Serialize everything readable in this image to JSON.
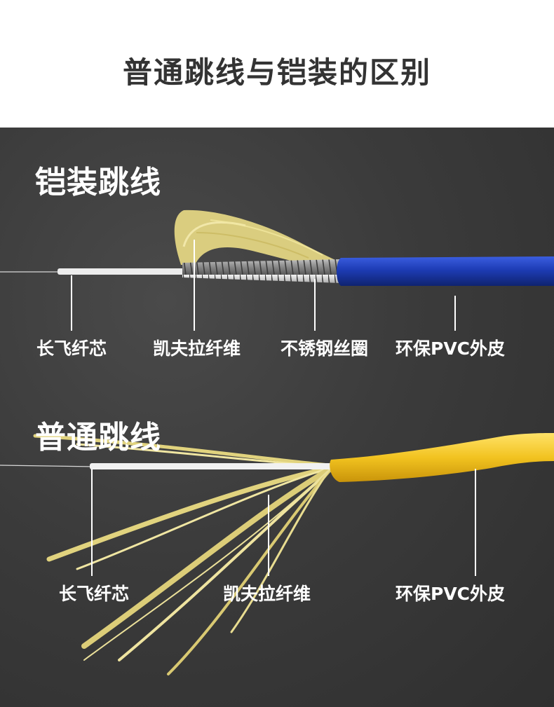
{
  "page_title": "普通跳线与铠装的区别",
  "armored": {
    "heading": "铠装跳线",
    "labels": {
      "fiber_core": "长飞纤芯",
      "kevlar": "凯夫拉纤维",
      "steel_coil": "不锈钢丝圈",
      "pvc_jacket": "环保PVC外皮"
    },
    "jacket_color": "#1f3fb8"
  },
  "normal": {
    "heading": "普通跳线",
    "labels": {
      "fiber_core": "长飞纤芯",
      "kevlar": "凯夫拉纤维",
      "pvc_jacket": "环保PVC外皮"
    },
    "jacket_color": "#f2c320"
  },
  "colors": {
    "kevlar": "#e6d98a",
    "background": "#3a3a3a"
  }
}
